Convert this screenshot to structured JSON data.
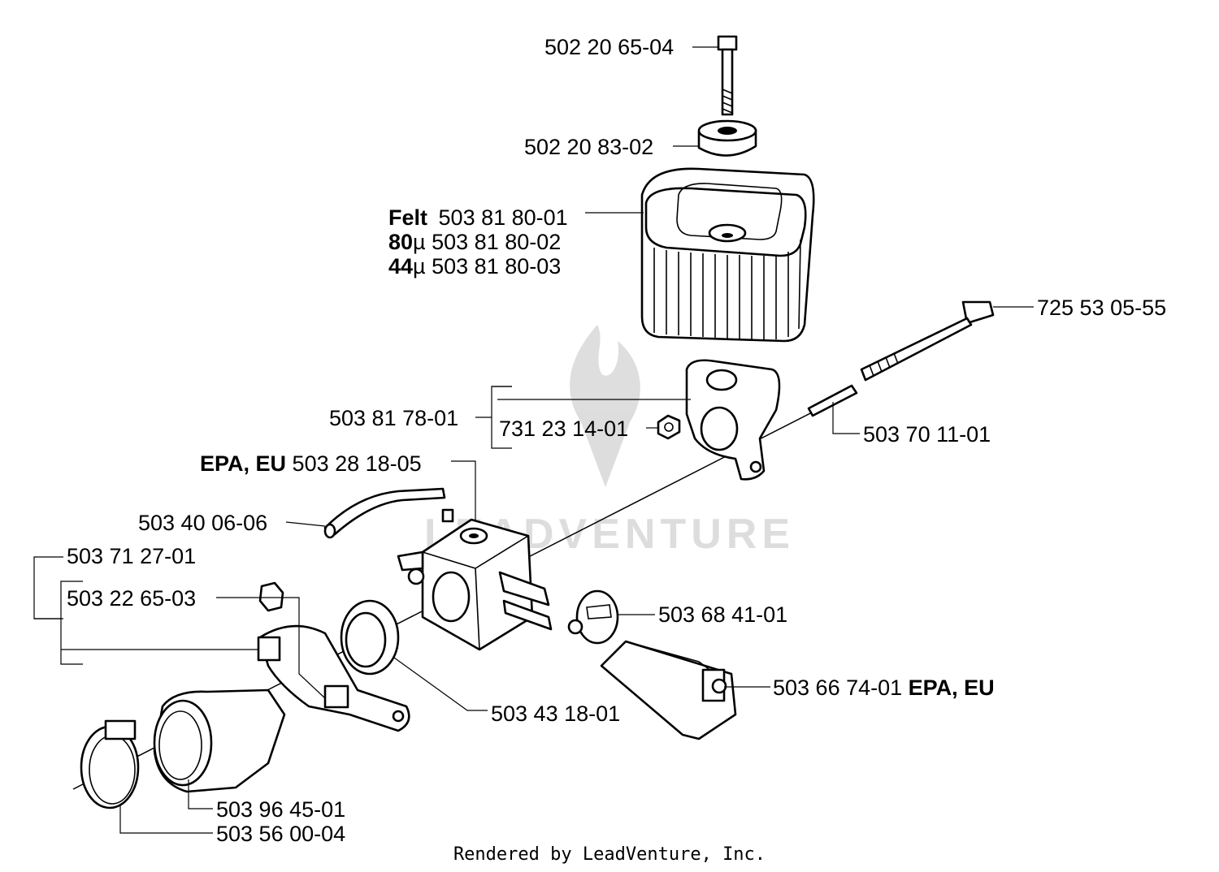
{
  "parts": {
    "screw_top": "502 20 65-04",
    "nut_top": "502 20 83-02",
    "filter_felt_tag": "Felt",
    "filter_felt": "503 81 80-01",
    "filter_80_tag": "80",
    "filter_80_unit": "µ",
    "filter_80": "503 81 80-02",
    "filter_44_tag": "44",
    "filter_44_unit": "µ",
    "filter_44": "503 81 80-03",
    "long_screw": "725 53 05-55",
    "holder": "503 81 78-01",
    "nut_small": "731 23 14-01",
    "tube_sleeve": "503 70 11-01",
    "carb_tag": "EPA, EU",
    "carb": "503 28 18-05",
    "fuel_hose": "503 40 06-06",
    "clamp_kit": "503 71 27-01",
    "clip": "503 22 65-03",
    "gasket_ring": "503 43 18-01",
    "knob": "503 68 41-01",
    "guide": "503 66 74-01",
    "guide_tag": "EPA, EU",
    "intake_boot": "503 96 45-01",
    "hose_clamp": "503 56 00-04"
  },
  "watermark": "LEADVENTURE",
  "footer": "Rendered by LeadVenture, Inc."
}
